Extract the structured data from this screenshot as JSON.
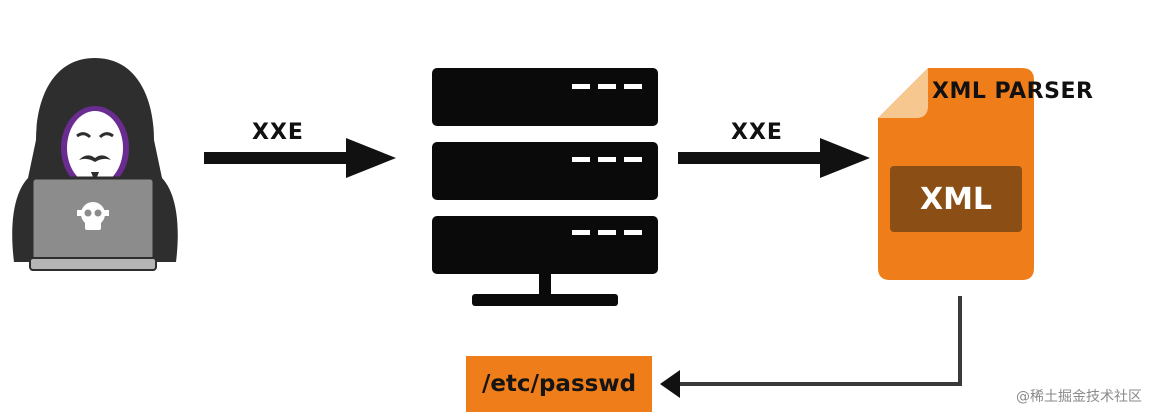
{
  "arrows": {
    "first_label": "XXE",
    "second_label": "XXE"
  },
  "parser": {
    "title": "XML PARSER",
    "badge": "XML"
  },
  "result": {
    "file": "/etc/passwd"
  },
  "watermark": "@稀土掘金技术社区",
  "colors": {
    "accent_orange": "#ee7d1a",
    "badge_brown": "#8b4e15",
    "hoodie": "#2e2e2e",
    "purple": "#6a2c91"
  }
}
